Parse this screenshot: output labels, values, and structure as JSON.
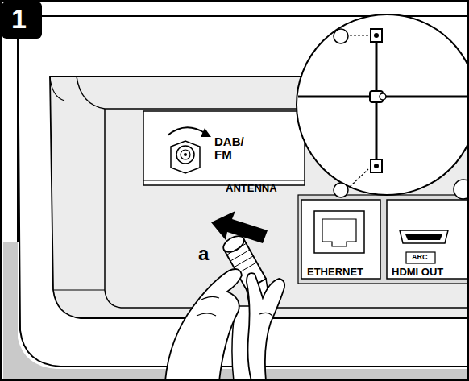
{
  "diagram": {
    "labels": [
      "1",
      "DAB/ FM",
      "ANTENNA",
      "a",
      "ETHERNET",
      "ARC",
      "HDMI OUT"
    ]
  }
}
